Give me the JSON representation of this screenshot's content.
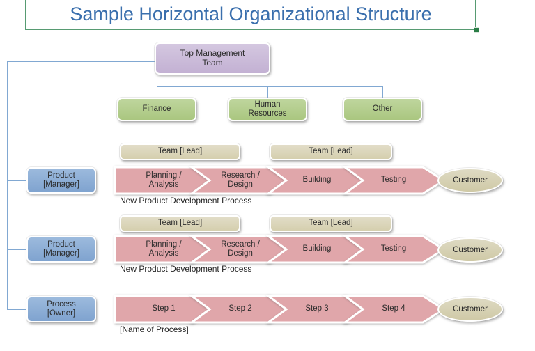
{
  "title": {
    "text": "Sample Horizontal Organizational Structure"
  },
  "org": {
    "top_management": "Top Management Team",
    "departments": [
      "Finance",
      "Human Resources",
      "Other"
    ]
  },
  "rows": [
    {
      "manager_line1": "Product",
      "manager_line2": "[Manager]",
      "team_leads": [
        "Team [Lead]",
        "Team [Lead]"
      ],
      "steps": [
        "Planning / Analysis",
        "Research / Design",
        "Building",
        "Testing"
      ],
      "caption": "New Product Development Process",
      "endpoint": "Customer"
    },
    {
      "manager_line1": "Product",
      "manager_line2": "[Manager]",
      "team_leads": [
        "Team [Lead]",
        "Team [Lead]"
      ],
      "steps": [
        "Planning / Analysis",
        "Research / Design",
        "Building",
        "Testing"
      ],
      "caption": "New Product Development Process",
      "endpoint": "Customer"
    },
    {
      "manager_line1": "Process",
      "manager_line2": "[Owner]",
      "team_leads": [],
      "steps": [
        "Step 1",
        "Step 2",
        "Step 3",
        "Step 4"
      ],
      "caption": "[Name of Process]",
      "endpoint": "Customer"
    }
  ],
  "colors": {
    "title_text": "#3a6fad",
    "title_border": "#579b72",
    "selection_handle": "#2a7d46",
    "top_management_fill": "#c9b9d8",
    "department_fill": "#b3cc8e",
    "team_lead_fill": "#dcd7bd",
    "manager_fill": "#8badd6",
    "chevron_fill": "#e0a6aa",
    "customer_fill": "#d8d3b5",
    "connector": "#81a8d2"
  }
}
